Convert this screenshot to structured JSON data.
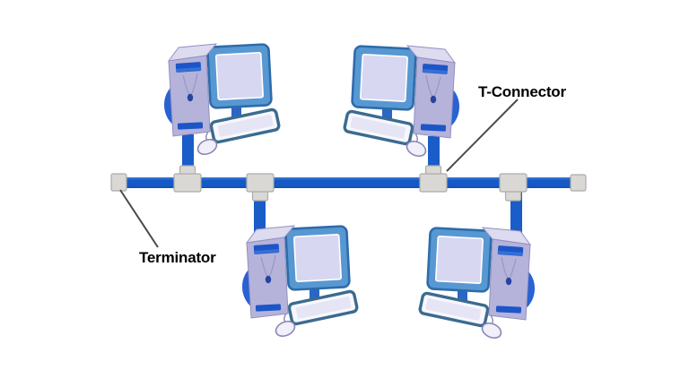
{
  "diagram": {
    "labels": {
      "t_connector": "T-Connector",
      "terminator": "Terminator"
    },
    "bus": {
      "orientation": "horizontal",
      "t_connector_count": 4,
      "terminator_count": 2
    },
    "computers": {
      "count": 4,
      "positions": [
        "top-left",
        "top-right",
        "bottom-left",
        "bottom-right"
      ]
    },
    "colors": {
      "background": "#ffffff",
      "bus": "#1459c6",
      "bus_highlight": "#4784da",
      "cable": "#1a5cc8",
      "connector_fill": "#d9d8d4",
      "connector_stroke": "#adacaa",
      "monitor_frame": "#5898d2",
      "monitor_stroke": "#2d6cab",
      "monitor_screen": "#d8d7f2",
      "monitor_stand": "#2a66c6",
      "keyboard_fill": "#f7f7fd",
      "keyboard_outline": "#3b6b90",
      "keyboard_inner": "#e6e5f5",
      "mouse_fill": "#f0effa",
      "mouse_stroke": "#8886b4",
      "tower_body": "#b5b3da",
      "tower_top": "#dcdbef",
      "tower_outline": "#9391c2",
      "tower_slot": "#1c55c8",
      "tower_fin": "#2a62d2",
      "chain": "#9a98c6",
      "pendant": "#27439e",
      "leader_line": "#4a4a4a",
      "label_text": "#000000"
    }
  }
}
